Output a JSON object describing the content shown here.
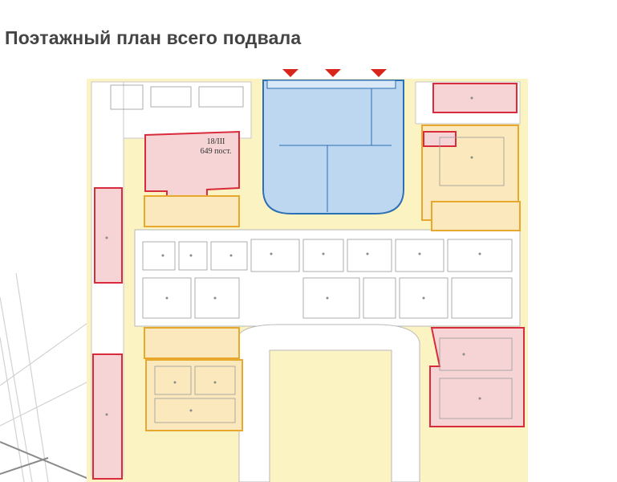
{
  "slide": {
    "title": "Поэтажный план всего подвала"
  },
  "plan": {
    "room_label": {
      "id": "18/III",
      "places": "649 пост."
    },
    "entrance_arrows": 3,
    "colors": {
      "corridor": "#fbf3c2",
      "wall": "#b9b9b9",
      "red_zone": "#d82c3d",
      "red_fill": "#f6d3d5",
      "orange_zone": "#e7a82d",
      "orange_fill": "#fbe8bc",
      "blue_zone": "#2c6fb4",
      "blue_fill": "#bcd7ef",
      "arrow": "#d9251c"
    }
  }
}
